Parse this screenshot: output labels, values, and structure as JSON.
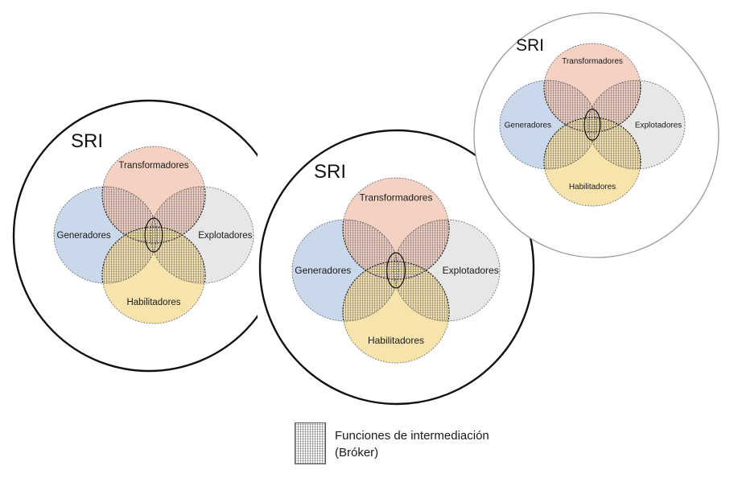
{
  "diagrams": [
    {
      "title": "SRI",
      "labels": {
        "top": "Transformadores",
        "left": "Generadores",
        "right": "Explotadores",
        "bottom": "Habilitadores"
      }
    },
    {
      "title": "SRI",
      "labels": {
        "top": "Transformadores",
        "left": "Generadores",
        "right": "Explotadores",
        "bottom": "Habilitadores"
      }
    },
    {
      "title": "SRI",
      "labels": {
        "top": "Transformadores",
        "left": "Generadores",
        "right": "Explotadores",
        "bottom": "Habilitadores"
      }
    }
  ],
  "colors": {
    "top": "#f3cfc0",
    "left": "#c7d6ea",
    "right": "#e6e6e6",
    "bottom": "#f7e2a8",
    "hatch": "#666666",
    "ring": "#111111"
  },
  "legend": {
    "line1": "Funciones de intermediación",
    "line2": "(Bróker)"
  }
}
